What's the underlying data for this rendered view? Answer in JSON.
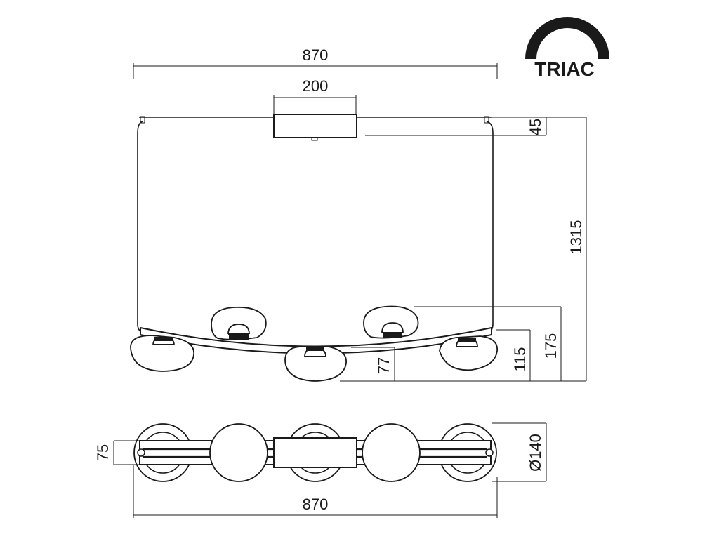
{
  "badge": {
    "label": "TRIAC"
  },
  "front_view": {
    "width_label": "870",
    "canopy_width_label": "200",
    "canopy_height_label": "45",
    "total_height_label": "1315",
    "height_77_label": "77",
    "height_115_label": "115",
    "height_175_label": "175"
  },
  "top_view": {
    "depth_label": "75",
    "diameter_label": "Ø140",
    "width_label": "870"
  }
}
